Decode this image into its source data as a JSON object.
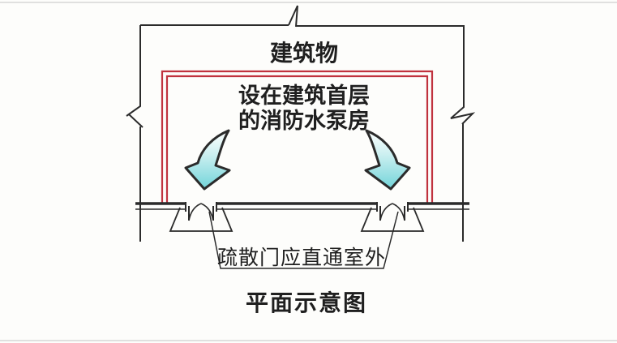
{
  "diagram": {
    "building_label": "建筑物",
    "pump_room_label_line1": "设在建筑首层",
    "pump_room_label_line2": "的消防水泵房",
    "door_note": "疏散门应直通室外",
    "caption": "平面示意图"
  },
  "colors": {
    "paper": "#fdfdfb",
    "line": "#2b2b2b",
    "wall-red": "#c0323e",
    "arrow-cyan": "#72d4d9",
    "arrow-fade": "#ffffff",
    "frame-gray": "#c9c9c9"
  }
}
